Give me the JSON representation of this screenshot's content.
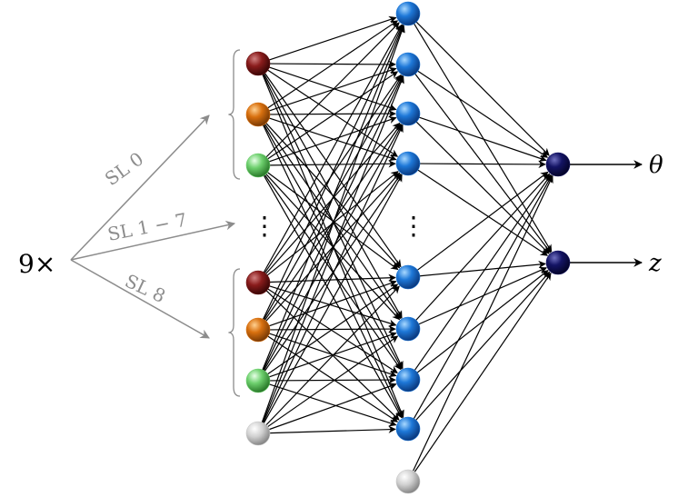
{
  "input_multiplier": "9×",
  "branch_labels": [
    "SL 0",
    "SL 1 − 7",
    "SL 8"
  ],
  "ellipsis": "⋮",
  "outputs": [
    "θ",
    "z"
  ],
  "colors": {
    "input_dark_red": "#6e1414",
    "input_orange": "#d8700f",
    "input_green": "#6ed06e",
    "bias_gray": "#c8c8c8",
    "hidden_blue": "#1e78d8",
    "output_navy": "#141464",
    "edge": "#000000",
    "branch_arrow": "#8c8c8c"
  },
  "layers": {
    "input_colors": [
      "input_dark_red",
      "input_orange",
      "input_green",
      "input_dark_red",
      "input_orange",
      "input_green"
    ],
    "hidden_count": 8,
    "output_count": 2,
    "bias_nodes": 2
  }
}
